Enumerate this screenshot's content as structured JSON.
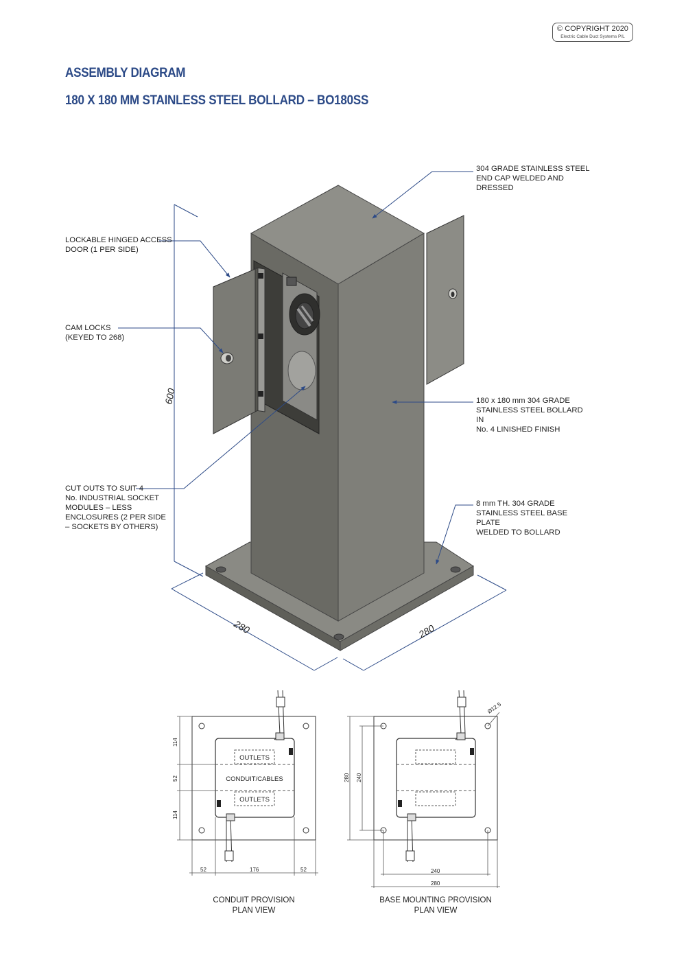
{
  "copyright": {
    "line1": "© COPYRIGHT 2020",
    "line2": "Electric Cable Duct Systems P/L"
  },
  "header": {
    "title": "ASSEMBLY DIAGRAM",
    "subtitle": "180 X 180 MM STAINLESS STEEL BOLLARD – BO180SS"
  },
  "callouts": {
    "end_cap": "304 GRADE STAINLESS STEEL\nEND CAP WELDED AND\nDRESSED",
    "door": "LOCKABLE HINGED ACCESS\nDOOR (1 PER SIDE)",
    "cam_locks": "CAM LOCKS\n(KEYED TO 268)",
    "bollard": "180 x 180 mm 304 GRADE\nSTAINLESS STEEL BOLLARD IN\nNo. 4 LINISHED FINISH",
    "cut_outs": "CUT OUTS TO SUIT 4\nNo. INDUSTRIAL SOCKET\nMODULES – LESS\nENCLOSURES (2 PER SIDE\n– SOCKETS BY OTHERS)",
    "base_plate": "8 mm TH. 304 GRADE\nSTAINLESS STEEL BASE PLATE\nWELDED TO BOLLARD"
  },
  "dimensions_3d": {
    "height": "600",
    "base_left": "280",
    "base_right": "280"
  },
  "plan_conduit": {
    "labels": {
      "outlets_top": "OUTLETS",
      "conduit": "CONDUIT/CABLES",
      "outlets_bottom": "OUTLETS"
    },
    "dims": {
      "v_top": "114",
      "v_mid": "52",
      "v_bottom": "114",
      "h_left": "52",
      "h_mid": "176",
      "h_right": "52"
    },
    "caption_line1": "CONDUIT  PROVISION",
    "caption_line2": "PLAN VIEW"
  },
  "plan_base": {
    "dims": {
      "hole": "Ø12.5",
      "v_outer": "280",
      "v_inner": "240",
      "h_inner": "240",
      "h_outer": "280"
    },
    "caption_line1": "BASE MOUNTING PROVISION",
    "caption_line2": "PLAN VIEW"
  },
  "colors": {
    "title": "#2c4a87",
    "leader": "#2c4a87",
    "steel_front": "#7e7e78",
    "steel_side": "#696963",
    "steel_top": "#8f8f89"
  }
}
